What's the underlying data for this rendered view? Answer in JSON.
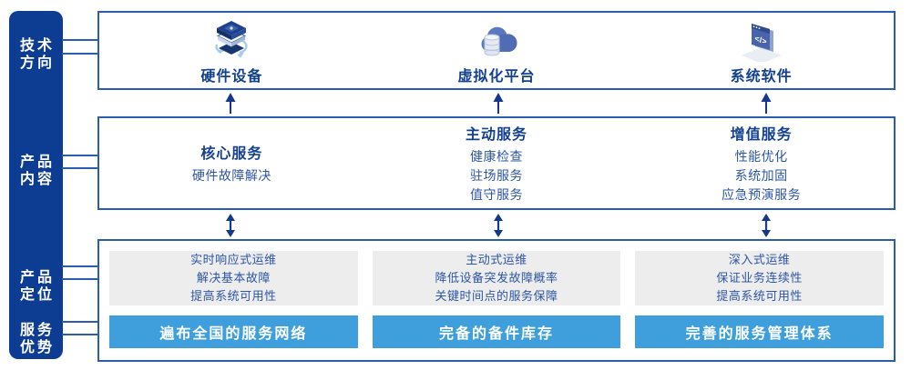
{
  "colors": {
    "sidebar_navy": "#0d3d92",
    "border_blue": "#2a5db0",
    "title_navy": "#14418f",
    "body_blue": "#2d55a5",
    "banner_blue": "#3f9fdc",
    "panel_gray": "#ededed",
    "arrow_navy": "#14388c"
  },
  "sidebar": {
    "items": [
      {
        "line1": "技术",
        "line2": "方向"
      },
      {
        "line1": "产品",
        "line2": "内容"
      },
      {
        "line1": "产品",
        "line2": "定位"
      },
      {
        "line1": "服务",
        "line2": "优势"
      }
    ]
  },
  "tech_directions": {
    "items": [
      {
        "icon": "server-stack-icon",
        "label": "硬件设备"
      },
      {
        "icon": "cloud-database-icon",
        "label": "虚拟化平台"
      },
      {
        "icon": "code-window-icon",
        "label": "系统软件"
      }
    ]
  },
  "product_content": {
    "columns": [
      {
        "title": "核心服务",
        "items": [
          "硬件故障解决"
        ]
      },
      {
        "title": "主动服务",
        "items": [
          "健康检查",
          "驻场服务",
          "值守服务"
        ]
      },
      {
        "title": "增值服务",
        "items": [
          "性能优化",
          "系统加固",
          "应急预演服务"
        ]
      }
    ]
  },
  "product_positioning": {
    "columns": [
      {
        "lines": [
          "实时响应式运维",
          "解决基本故障",
          "提高系统可用性"
        ],
        "banner": "遍布全国的服务网络"
      },
      {
        "lines": [
          "主动式运维",
          "降低设备突发故障概率",
          "关键时间点的服务保障"
        ],
        "banner": "完备的备件库存"
      },
      {
        "lines": [
          "深入式运维",
          "保证业务连续性",
          "提高系统可用性"
        ],
        "banner": "完善的服务管理体系"
      }
    ]
  }
}
